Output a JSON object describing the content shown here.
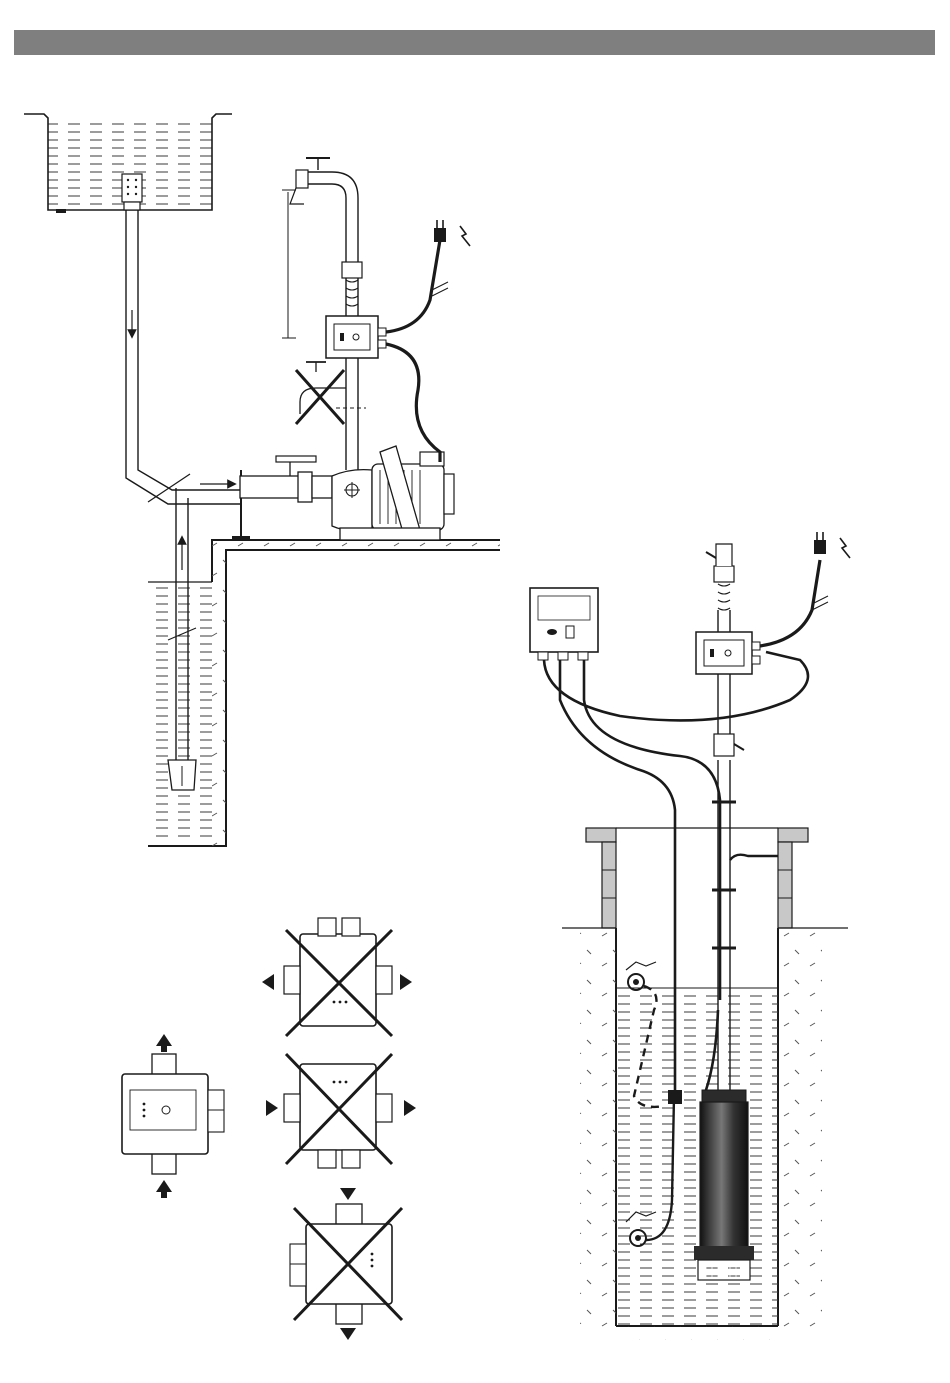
{
  "header": {
    "bar_color": "#7f7f7f"
  },
  "colors": {
    "ink": "#1a1a1a",
    "pipe_fill": "#ffffff",
    "water_line": "#3a3a3a",
    "pump_dark": "#2b2b2b",
    "wall_fill": "#c8c8c8"
  },
  "icons": {
    "power": "plug-icon",
    "electric": "lightning-icon",
    "flow": "arrow-icon",
    "prohibited": "cross-out-icon",
    "valve": "valve-icon",
    "tap": "faucet-icon"
  },
  "panels": {
    "surface_install": "surface-pump-installation",
    "submersible_install": "submersible-pump-installation",
    "orientation": "controller-orientation-guide"
  },
  "orientation": {
    "allowed": "vertical-flow-upward",
    "prohibited": [
      "horizontal-flow-left",
      "horizontal-flow-right",
      "vertical-flow-downward"
    ]
  }
}
